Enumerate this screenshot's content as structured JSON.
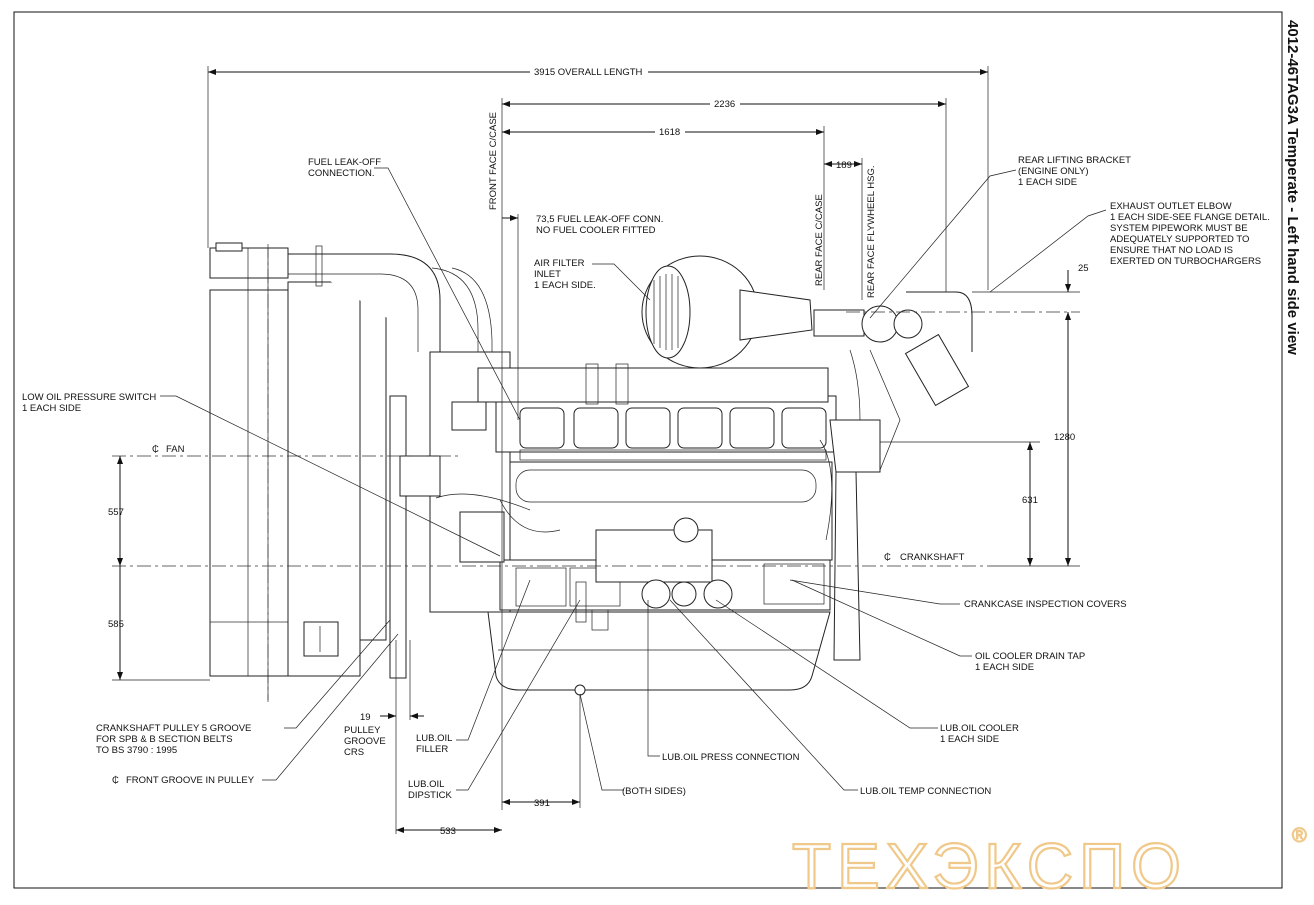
{
  "title": "4012-46TAG3A Temperate - Left hand side view",
  "watermark": {
    "text": "ТЕХЭКСПО",
    "mark": "®",
    "color": "#f0c98a"
  },
  "callouts": {
    "fuel_leak_off": [
      "FUEL LEAK-OFF",
      "CONNECTION."
    ],
    "front_face": "FRONT FACE C/CASE",
    "fuel_leak_conn": [
      "73,5  FUEL LEAK-OFF CONN.",
      "NO FUEL COOLER FITTED"
    ],
    "air_filter": [
      "AIR FILTER",
      "INLET",
      "1 EACH SIDE."
    ],
    "rear_face_case": "REAR FACE C/CASE",
    "rear_face_flywheel": "REAR FACE FLYWHEEL HSG.",
    "rear_lifting": [
      "REAR LIFTING BRACKET",
      "(ENGINE ONLY)",
      "1 EACH SIDE"
    ],
    "exhaust": [
      "EXHAUST OUTLET ELBOW",
      "1 EACH SIDE-SEE FLANGE DETAIL.",
      "SYSTEM PIPEWORK MUST BE",
      "ADEQUATELY SUPPORTED TO",
      "ENSURE THAT NO LOAD IS",
      "EXERTED ON TURBOCHARGERS"
    ],
    "low_oil": [
      "LOW OIL PRESSURE SWITCH",
      "1 EACH SIDE"
    ],
    "fan_cl": "FAN",
    "crankshaft_cl": "CRANKSHAFT",
    "crankcase_covers": "CRANKCASE INSPECTION COVERS",
    "oil_drain": [
      "OIL COOLER DRAIN TAP",
      "1 EACH SIDE"
    ],
    "oil_cooler": [
      "LUB.OIL COOLER",
      "1 EACH SIDE"
    ],
    "press_conn": "LUB.OIL PRESS CONNECTION",
    "temp_conn": "LUB.OIL TEMP CONNECTION",
    "both_sides": "(BOTH SIDES)",
    "pulley": [
      "CRANKSHAFT PULLEY 5 GROOVE",
      "FOR SPB & B SECTION BELTS",
      "TO BS 3790 : 1995"
    ],
    "front_groove": "FRONT GROOVE IN PULLEY",
    "pulley_groove": [
      "PULLEY",
      "GROOVE",
      "CRS"
    ],
    "oil_filler": [
      "LUB.OIL",
      "FILLER"
    ],
    "oil_dipstick": [
      "LUB.OIL",
      "DIPSTICK"
    ],
    "centre_line_symbol": "₵"
  },
  "dimensions": {
    "overall_length": "3915 OVERALL LENGTH",
    "d2236": "2236",
    "d1618": "1618",
    "d189": "189",
    "d25": "25",
    "d1280": "1280",
    "d631": "631",
    "d557": "557",
    "d585": "585",
    "d19": "19",
    "d391": "391",
    "d533": "533"
  }
}
